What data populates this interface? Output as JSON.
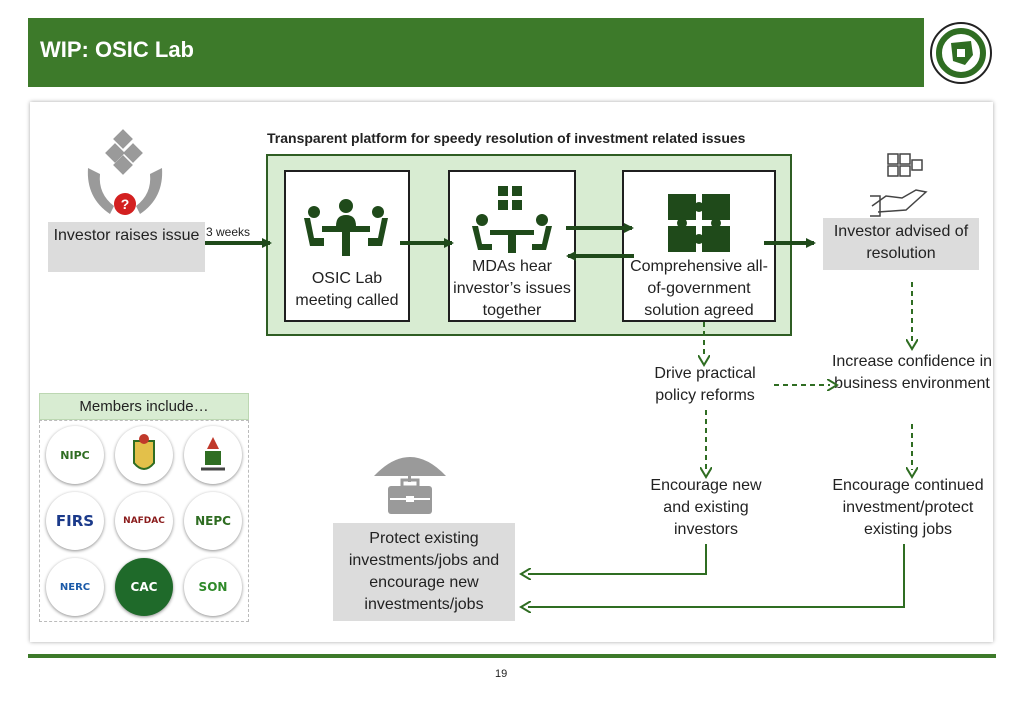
{
  "header": {
    "title": "WIP: OSIC Lab"
  },
  "platform": {
    "title": "Transparent platform for speedy resolution of investment related issues"
  },
  "steps": {
    "investor_raises": "Investor raises issue",
    "weeks": "3 weeks",
    "osic_meeting": "OSIC Lab meeting called",
    "mdas_hear": "MDAs hear investor’s issues together",
    "solution": "Comprehensive all-of-government solution agreed",
    "advised": "Investor advised of resolution"
  },
  "outcomes": {
    "drive_reforms": "Drive practical policy reforms",
    "increase_confidence": "Increase confidence in business environment",
    "encourage_new": "Encourage new and existing investors",
    "encourage_continued": "Encourage continued investment/protect existing jobs",
    "protect": "Protect existing investments/jobs and encourage new investments/jobs"
  },
  "members": {
    "heading": "Members include…",
    "logos": [
      "NIPC",
      "",
      "",
      "FIRS",
      "NAFDAC",
      "NEPC",
      "NERC",
      "CAC",
      "SON"
    ]
  },
  "footer": {
    "page_number": "19"
  },
  "colors": {
    "brand_green": "#3d7a2a",
    "dark_green": "#2f5e24",
    "light_green": "#d8ecd2",
    "grey_box": "#dcdcdc",
    "red_icon": "#d32020"
  }
}
